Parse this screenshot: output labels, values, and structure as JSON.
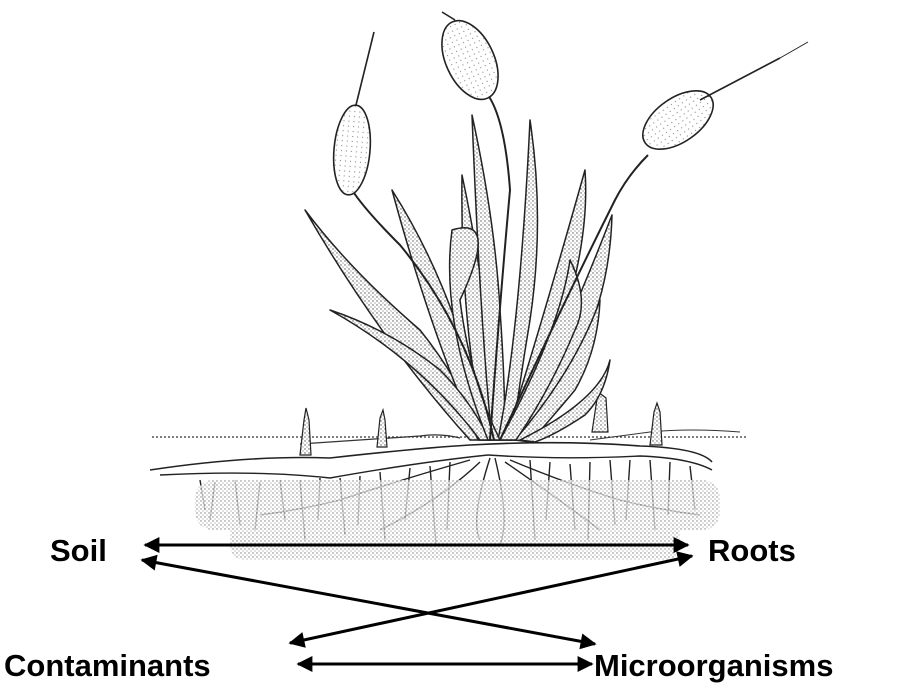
{
  "diagram": {
    "nodes": {
      "soil": "Soil",
      "roots": "Roots",
      "contaminants": "Contaminants",
      "microorganisms": "Microorganisms"
    },
    "relationships": [
      {
        "from": "soil",
        "to": "roots",
        "style": "bidirectional-arrow"
      },
      {
        "from": "soil",
        "to": "microorganisms",
        "style": "bidirectional-arrow"
      },
      {
        "from": "roots",
        "to": "contaminants",
        "style": "bidirectional-arrow"
      },
      {
        "from": "contaminants",
        "to": "microorganisms",
        "style": "bidirectional-arrow"
      }
    ],
    "illustration": {
      "subject": "cattail-plant-with-root-system",
      "style": "black-and-white-stipple-drawing"
    }
  }
}
